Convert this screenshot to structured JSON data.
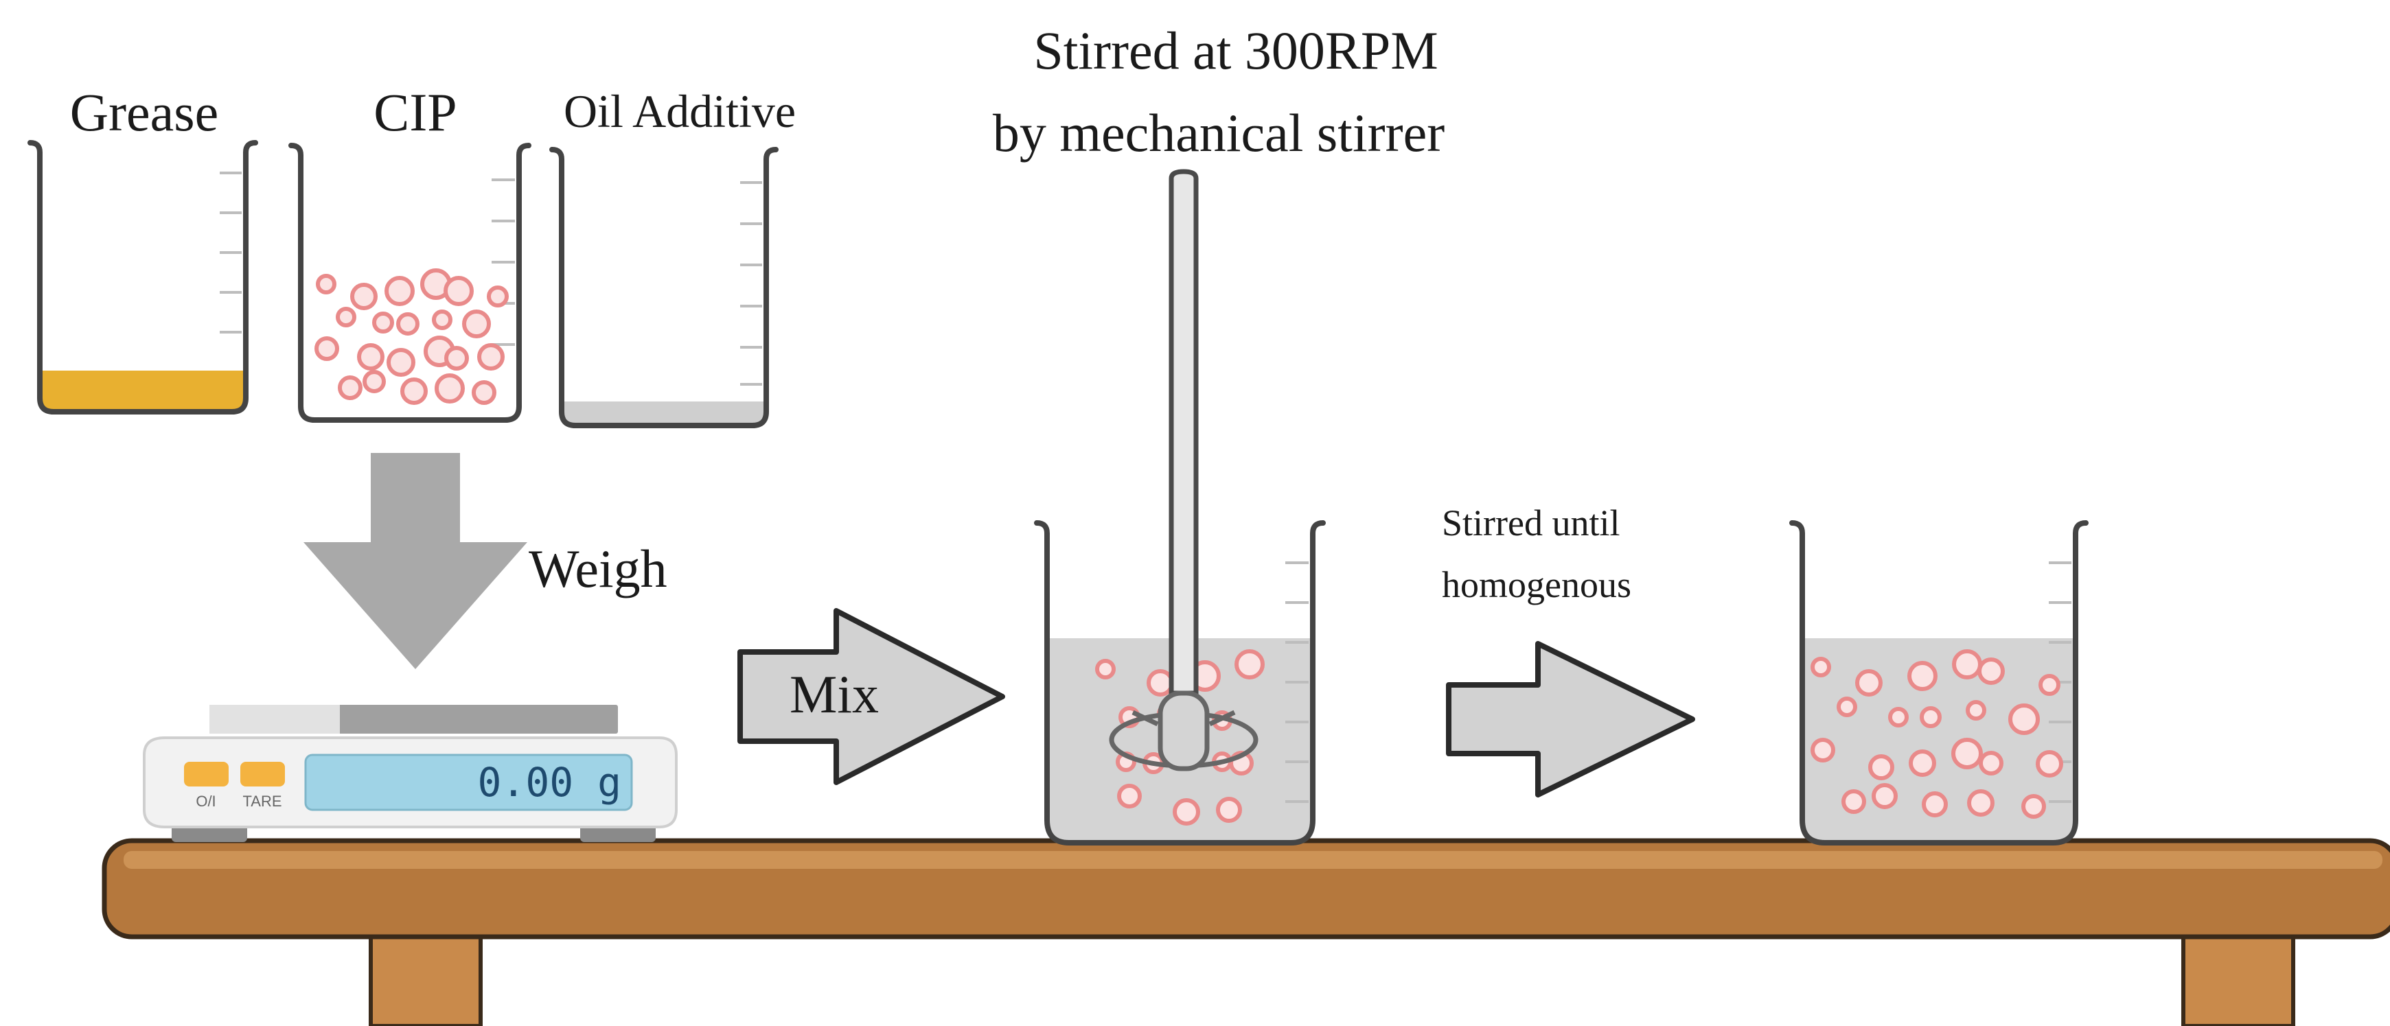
{
  "labels": {
    "grease": "Grease",
    "cip": "CIP",
    "oil_additive": "Oil Additive",
    "weigh": "Weigh",
    "mix": "Mix",
    "stirred_rpm_line1": "Stirred at 300RPM",
    "stirred_rpm_line2": "by mechanical stirrer",
    "stirred_until_line1": "Stirred until",
    "stirred_until_line2": "homogenous"
  },
  "scale": {
    "display": "0.00 g",
    "button_left": "O/I",
    "button_right": "TARE"
  },
  "colors": {
    "grease": "#e8b030",
    "oil": "#cfcfcf",
    "particle": "#e98a8a",
    "particle_fill": "#fbe3e3",
    "table_top": "#b5783d",
    "table_leg": "#c98a4b",
    "arrow": "#a9a9a9",
    "display": "#9fd3e6",
    "scale_button": "#f4b340"
  }
}
